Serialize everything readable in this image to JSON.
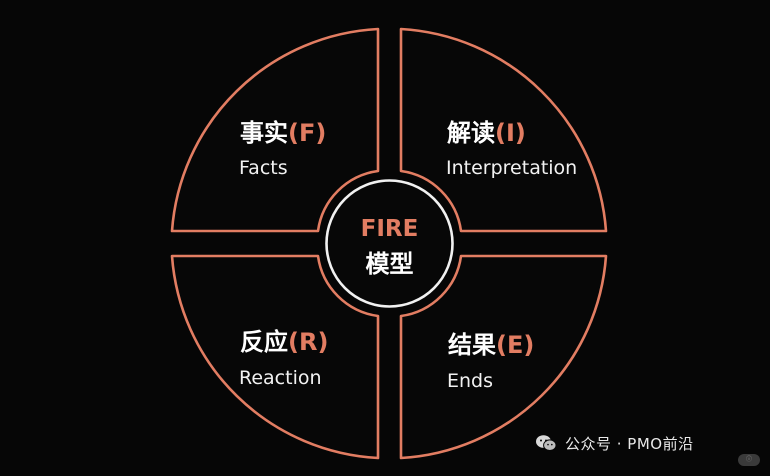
{
  "diagram": {
    "center": {
      "line1": "FIRE",
      "line2": "模型"
    },
    "quadrants": [
      {
        "id": "facts",
        "zh_main": "事实",
        "zh_letter": "(F)",
        "en": "Facts"
      },
      {
        "id": "interpretation",
        "zh_main": "解读",
        "zh_letter": "(I)",
        "en": "Interpretation"
      },
      {
        "id": "reaction",
        "zh_main": "反应",
        "zh_letter": "(R)",
        "en": "Reaction"
      },
      {
        "id": "ends",
        "zh_main": "结果",
        "zh_letter": "(E)",
        "en": "Ends"
      }
    ],
    "colors": {
      "accent": "#e27d62",
      "background": "#060606",
      "text": "#ffffff",
      "center_ring": "#f1f1f1"
    }
  },
  "watermark": {
    "icon": "wechat-icon",
    "text": "公众号 · PMO前沿"
  },
  "corner_badge": "ⓘ"
}
